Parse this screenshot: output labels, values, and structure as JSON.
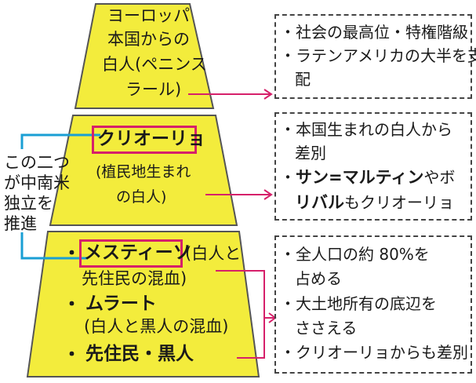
{
  "pyramid": {
    "top": {
      "lines": [
        "ヨーロッパ",
        "本国からの",
        "白人(ペニンス",
        "ラール)"
      ]
    },
    "middle": {
      "name": "クリオーリョ",
      "paren_lines": [
        "(植民地生まれ",
        "の白人)"
      ]
    },
    "bottom": {
      "mestizo_bullet": "・",
      "mestizo_name": "メスティーソ",
      "mestizo_paren_1": "(白人と",
      "mestizo_paren_2": "先住民の混血)",
      "mulatto_bullet": "・",
      "mulatto_name": "ムラート",
      "mulatto_paren": "(白人と黒人の混血)",
      "native_bullet": "・",
      "native_label": "先住民・黒人"
    }
  },
  "side_note": {
    "lines": [
      "この二つ",
      "が中南米",
      "独立を",
      "推進"
    ]
  },
  "notes": {
    "top": [
      "・社会の最高位・特権階級",
      "・ラテンアメリカの大半を支",
      "配"
    ],
    "middle": {
      "line1": "・本国生まれの白人から",
      "line2": "差別",
      "line3_bullet": "・",
      "line3_bold": "サン=マルティン",
      "line3_rest": "やボ",
      "line4_bold": "リバル",
      "line4_rest": "もクリオーリョ"
    },
    "bottom": [
      "・全人口の約 80%を",
      "占める",
      "・大土地所有の底辺を",
      "ささえる",
      "・クリオーリョからも差別"
    ]
  },
  "colors": {
    "pyramid_fill": "#f3ec3c",
    "pyramid_outline": "#555555",
    "highlight_pink": "#d6206a",
    "bracket_blue": "#1a9fd4",
    "dashed_border": "#444444"
  }
}
